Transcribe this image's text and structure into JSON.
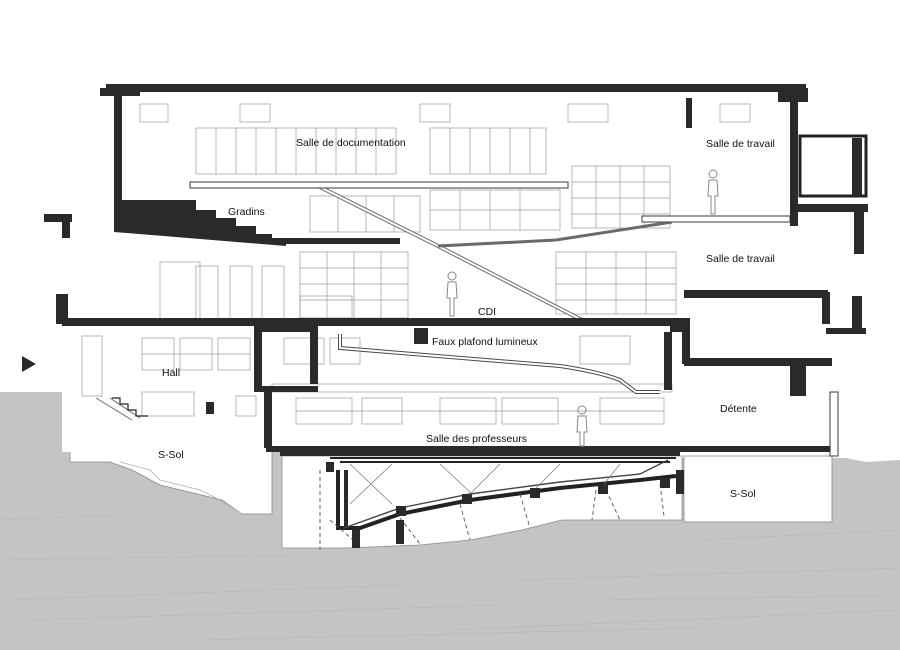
{
  "labels": {
    "salle_documentation": "Salle de documentation",
    "salle_travail_haut": "Salle de travail",
    "gradins": "Gradins",
    "salle_travail_milieu": "Salle de travail",
    "cdi": "CDI",
    "faux_plafond": "Faux plafond lumineux",
    "hall": "Hall",
    "detente": "Détente",
    "salle_professeurs": "Salle des professeurs",
    "ssol_gauche": "S-Sol",
    "ssol_droite": "S-Sol"
  },
  "colors": {
    "ground": "#c4c4c4",
    "wall": "#2a2a2a",
    "line": "#9a9a9a",
    "background": "#ffffff"
  },
  "icons": {
    "section_marker": "triangle-right-icon"
  }
}
